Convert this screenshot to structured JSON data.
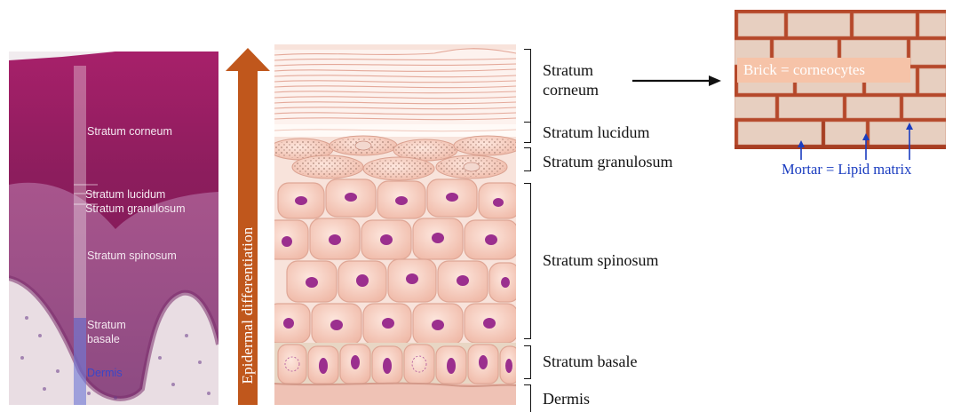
{
  "histology": {
    "labels": {
      "corneum": "Stratum corneum",
      "lucidum": "Stratum lucidum",
      "granulosum": "Stratum granulosum",
      "spinosum": "Stratum spinosum",
      "basale_line1": "Stratum",
      "basale_line2": "basale",
      "dermis": "Dermis"
    }
  },
  "arrow": {
    "label": "Epidermal differentiation",
    "color": "#c0571c"
  },
  "layers": [
    {
      "key": "corneum",
      "lines": [
        "Stratum",
        "corneum"
      ]
    },
    {
      "key": "lucidum",
      "lines": [
        "Stratum lucidum"
      ]
    },
    {
      "key": "granulosum",
      "lines": [
        "Stratum granulosum"
      ]
    },
    {
      "key": "spinosum",
      "lines": [
        "Stratum spinosum"
      ]
    },
    {
      "key": "basale",
      "lines": [
        "Stratum basale"
      ]
    },
    {
      "key": "dermis",
      "lines": [
        "Dermis"
      ]
    }
  ],
  "analogy": {
    "brick": "Brick = corneocytes",
    "mortar": "Mortar = Lipid matrix",
    "mortar_color": "#1a3cc0"
  },
  "colors": {
    "histology_purple": "#8a1f5c",
    "cell_fill": "#f6cfc2",
    "nucleus": "#9b2f8e",
    "brick": "#e7cfc0",
    "mortar": "#b5482a"
  }
}
